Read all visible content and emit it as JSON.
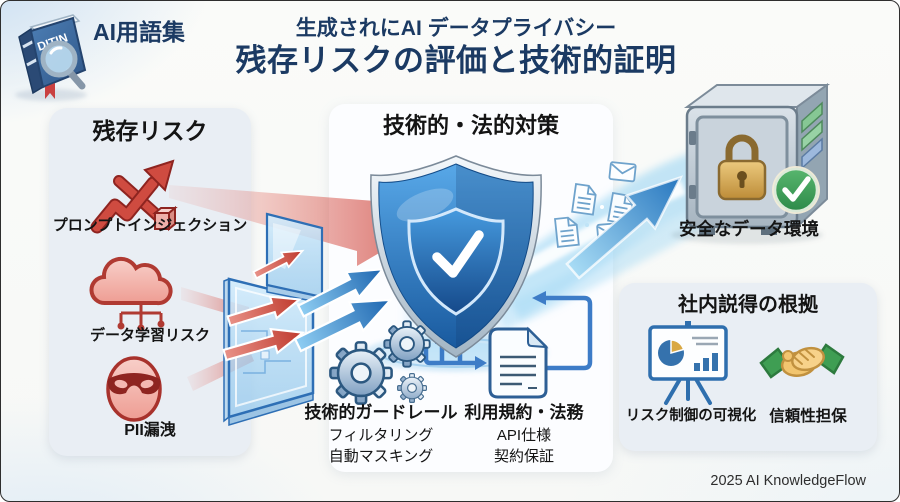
{
  "header": {
    "badge_label": "AI用語集",
    "book_cover_text": "DITIN",
    "subtitle": "生成されにAI データプライバシー",
    "title": "残存リスクの評価と技術的証明"
  },
  "risk_panel": {
    "title": "残存リスク",
    "items": [
      {
        "label": "プロンプトインジェクション",
        "icon": "injection-arrows-icon"
      },
      {
        "label": "データ学習リスク",
        "icon": "data-learning-cloud-icon"
      },
      {
        "label": "PII漏洩",
        "icon": "masked-face-icon"
      }
    ]
  },
  "measures_panel": {
    "title": "技術的・法的対策",
    "items": [
      {
        "label": "技術的ガードレール",
        "sub1": "フィルタリング",
        "sub2": "自動マスキング",
        "icon": "gears-icon"
      },
      {
        "label": "利用規約・法務",
        "sub1": "API仕様",
        "sub2": "契約保証",
        "icon": "legal-document-icon"
      }
    ]
  },
  "outcome": {
    "label": "安全なデータ環境",
    "icon": "safe-vault-icon"
  },
  "evidence_panel": {
    "title": "社内説得の根拠",
    "items": [
      {
        "label": "リスク制御の可視化",
        "icon": "chart-presentation-icon"
      },
      {
        "label": "信頼性担保",
        "icon": "handshake-icon"
      }
    ]
  },
  "footer": {
    "credit": "2025 AI KnowledgeFlow"
  },
  "colors": {
    "title_navy": "#1b3a63",
    "risk_red": "#c0392b",
    "shield_blue": "#2a72b8",
    "safe_green": "#3fa45c",
    "panel_bg": "#e9eef4"
  }
}
